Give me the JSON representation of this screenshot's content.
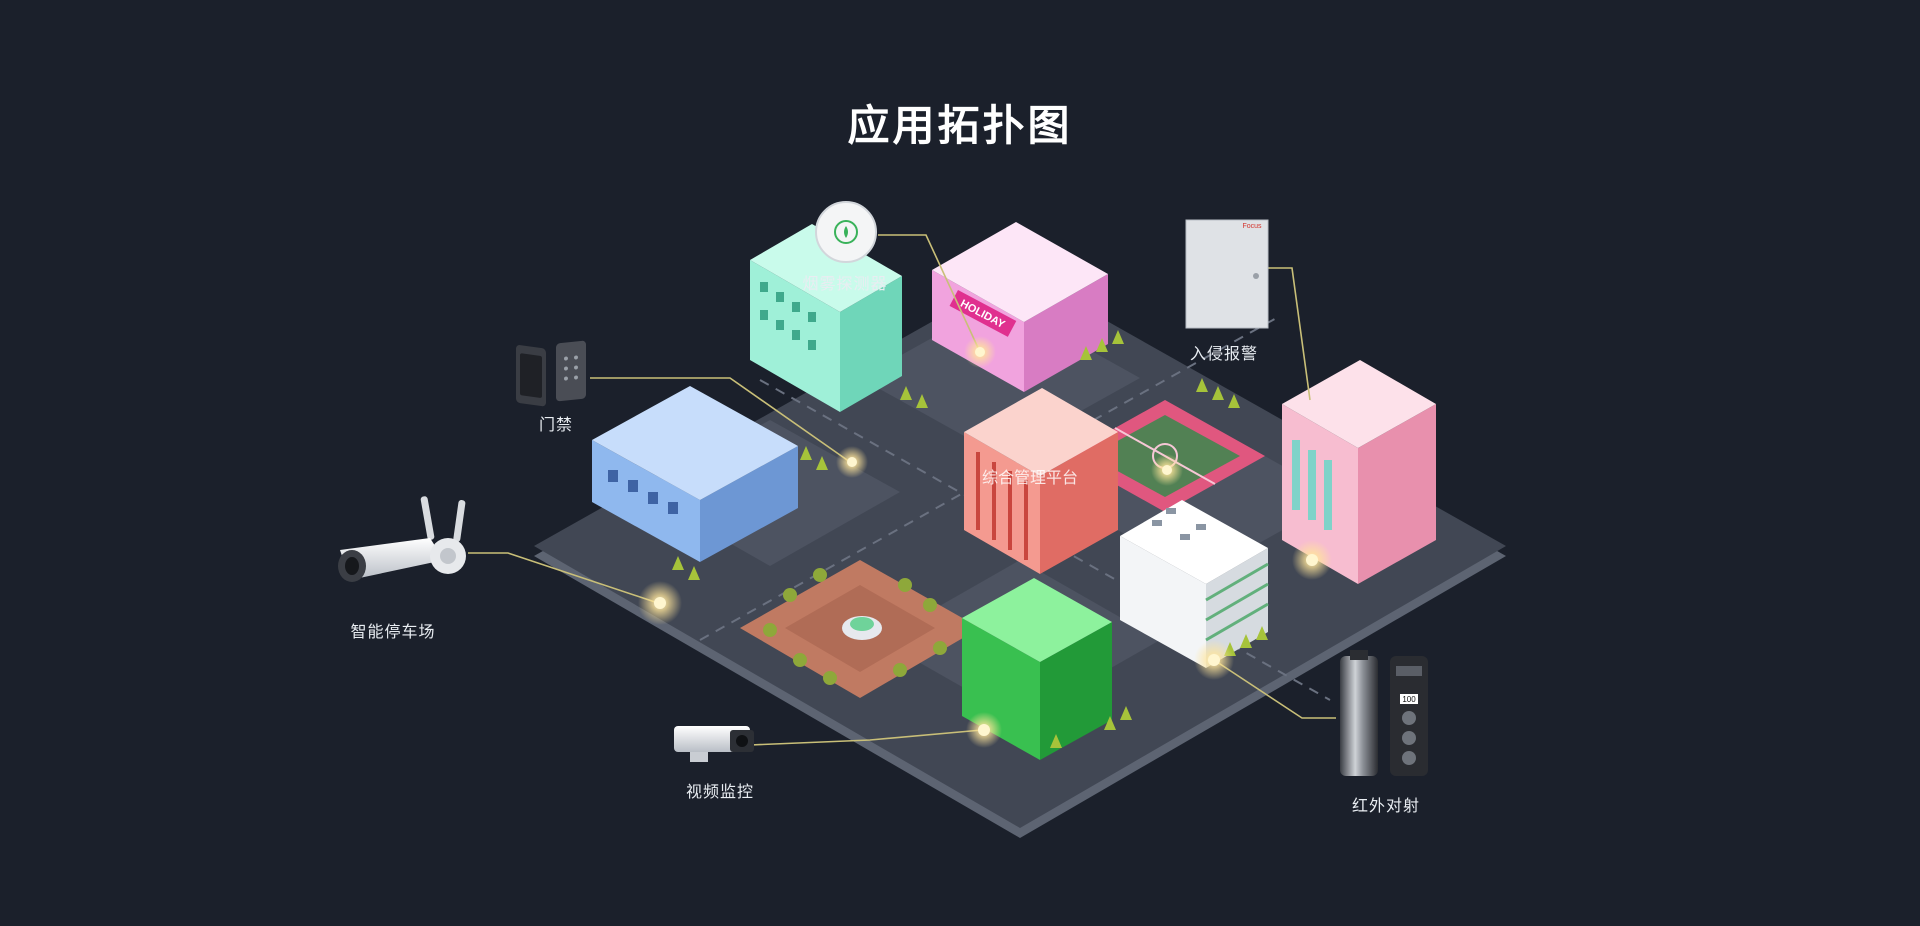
{
  "title": "应用拓扑图",
  "center_label": "综合管理平台",
  "devices": {
    "smoke_detector": "烟雾探测器",
    "intrusion_alarm": "入侵报警",
    "access_control": "门禁",
    "smart_parking": "智能停车场",
    "video_surveillance": "视频监控",
    "infrared_beam": "红外对射"
  },
  "signs": {
    "holiday": "HOLIDAY",
    "panel_brand": "Focus",
    "beam_badge": "100"
  },
  "colors": {
    "background": "#1b202b",
    "connector": "#c9bf78",
    "node_glow": "#fff1b0"
  }
}
